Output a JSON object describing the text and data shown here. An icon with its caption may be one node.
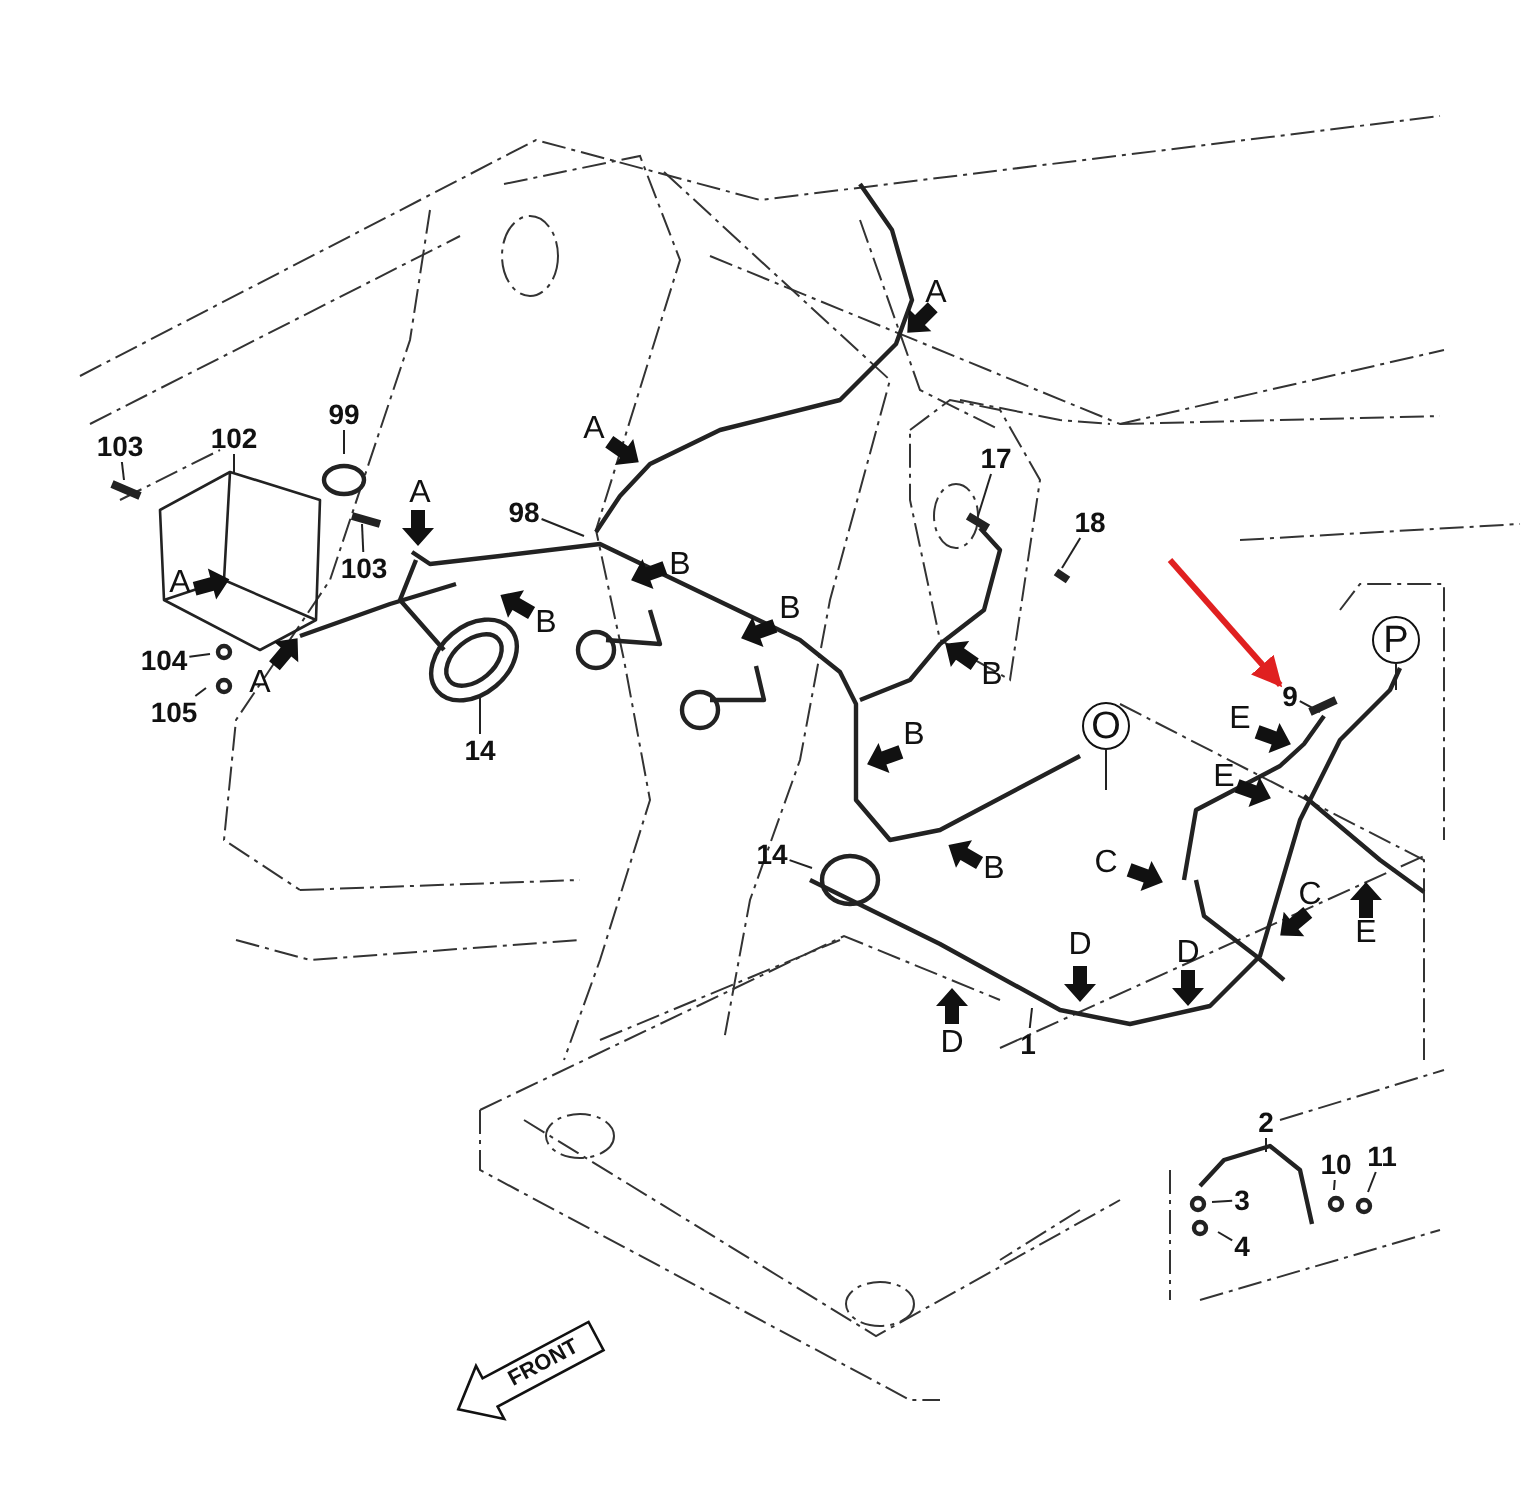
{
  "diagram": {
    "nodes": [
      {
        "text": [
          "103"
        ]
      },
      {
        "text": [
          "102"
        ]
      },
      {
        "text": [
          "99"
        ]
      },
      {
        "text": [
          "103"
        ]
      },
      {
        "text": [
          "98"
        ]
      },
      {
        "text": [
          "17"
        ]
      },
      {
        "text": [
          "18"
        ]
      },
      {
        "text": [
          "104"
        ]
      },
      {
        "text": [
          "105"
        ]
      },
      {
        "text": [
          "14"
        ]
      },
      {
        "text": [
          "14"
        ]
      },
      {
        "text": [
          "9"
        ]
      },
      {
        "text": [
          "1"
        ]
      },
      {
        "text": [
          "2"
        ]
      },
      {
        "text": [
          "3"
        ]
      },
      {
        "text": [
          "4"
        ]
      },
      {
        "text": [
          "10"
        ]
      },
      {
        "text": [
          "11"
        ]
      }
    ],
    "edges": [
      {
        "from": 0,
        "to": null,
        "arrow": "none"
      },
      {
        "from": 1,
        "to": null,
        "arrow": "none"
      },
      {
        "from": 2,
        "to": null,
        "arrow": "none"
      },
      {
        "from": 3,
        "to": null,
        "arrow": "none"
      },
      {
        "from": 4,
        "to": null,
        "arrow": "none"
      },
      {
        "from": 5,
        "to": null,
        "arrow": "none"
      },
      {
        "from": 6,
        "to": null,
        "arrow": "none"
      },
      {
        "from": 7,
        "to": null,
        "arrow": "none"
      },
      {
        "from": 8,
        "to": null,
        "arrow": "none"
      },
      {
        "from": 9,
        "to": null,
        "arrow": "none"
      },
      {
        "from": 10,
        "to": null,
        "arrow": "none"
      },
      {
        "from": 11,
        "to": null,
        "arrow": "none"
      },
      {
        "from": 12,
        "to": null,
        "arrow": "none"
      },
      {
        "from": 13,
        "to": null,
        "arrow": "none"
      },
      {
        "from": 14,
        "to": null,
        "arrow": "none"
      },
      {
        "from": 15,
        "to": null,
        "arrow": "none"
      },
      {
        "from": 16,
        "to": null,
        "arrow": "none"
      },
      {
        "from": 17,
        "to": null,
        "arrow": "none"
      },
      {
        "from": null,
        "to": 11,
        "arrow": "to",
        "style": "thick",
        "color": "#e02020"
      }
    ],
    "labels": [
      "A",
      "A",
      "A",
      "B",
      "A",
      "B",
      "B",
      "P",
      "B",
      "A",
      "O",
      "E",
      "B",
      "E",
      "C",
      "B",
      "C",
      "E",
      "D",
      "D",
      "D",
      "FRONT"
    ]
  }
}
